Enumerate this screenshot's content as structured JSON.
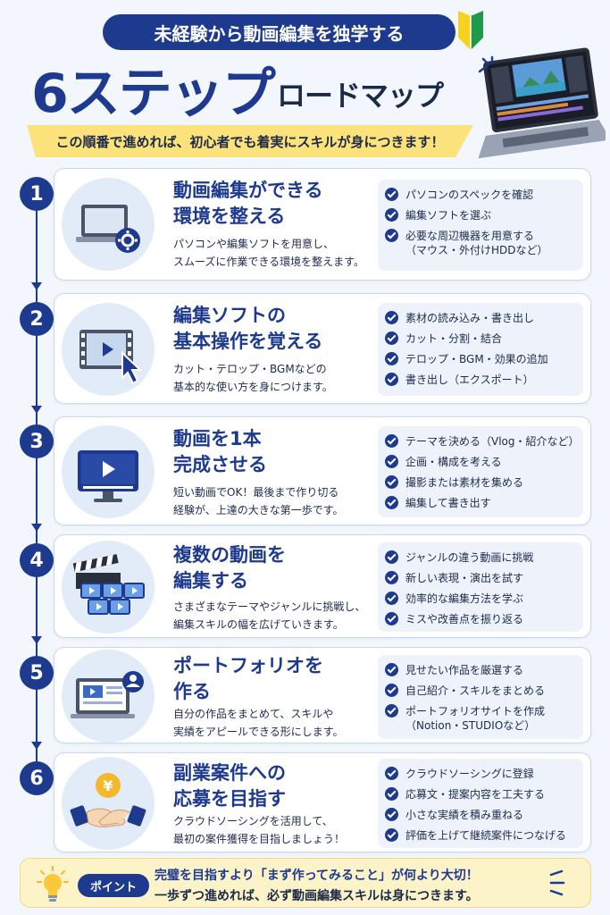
{
  "header": {
    "banner": "未経験から動画編集を独学する",
    "title_main": "6ステップ",
    "title_sub": "ロードマップ",
    "subtitle": "この順番で進めれば、初心者でも着実にスキルが身につきます！",
    "hero_icon": "laptop-video-editor-icon",
    "badge_icon": "beginner-mark-icon"
  },
  "steps": [
    {
      "number": "1",
      "icon": "laptop-gear-icon",
      "title": "動画編集ができる\n環境を整える",
      "desc": "パソコンや編集ソフトを用意し、\nスムーズに作業できる環境を整えます。",
      "checks": [
        "パソコンのスペックを確認",
        "編集ソフトを選ぶ",
        "必要な周辺機器を用意する\n（マウス・外付けHDDなど）"
      ]
    },
    {
      "number": "2",
      "icon": "film-cursor-icon",
      "title": "編集ソフトの\n基本操作を覚える",
      "desc": "カット・テロップ・BGMなどの\n基本的な使い方を身につけます。",
      "checks": [
        "素材の読み込み・書き出し",
        "カット・分割・結合",
        "テロップ・BGM・効果の追加",
        "書き出し（エクスポート）"
      ]
    },
    {
      "number": "3",
      "icon": "monitor-play-icon",
      "title": "動画を1本\n完成させる",
      "desc": "短い動画でOK！最後まで作り切る\n経験が、上達の大きな第一歩です。",
      "checks": [
        "テーマを決める（Vlog・紹介など）",
        "企画・構成を考える",
        "撮影または素材を集める",
        "編集して書き出す"
      ]
    },
    {
      "number": "4",
      "icon": "clapperboard-icon",
      "title": "複数の動画を\n編集する",
      "desc": "さまざまなテーマやジャンルに挑戦し、\n編集スキルの幅を広げていきます。",
      "checks": [
        "ジャンルの違う動画に挑戦",
        "新しい表現・演出を試す",
        "効率的な編集方法を学ぶ",
        "ミスや改善点を振り返る"
      ]
    },
    {
      "number": "5",
      "icon": "portfolio-laptop-icon",
      "title": "ポートフォリオを\n作る",
      "desc": "自分の作品をまとめて、スキルや\n実績をアピールできる形にします。",
      "checks": [
        "見せたい作品を厳選する",
        "自己紹介・スキルをまとめる",
        "ポートフォリオサイトを作成\n（Notion・STUDIOなど）"
      ]
    },
    {
      "number": "6",
      "icon": "handshake-yen-icon",
      "title": "副業案件への\n応募を目指す",
      "desc": "クラウドソーシングを活用して、\n最初の案件獲得を目指しましょう！",
      "checks": [
        "クラウドソーシングに登録",
        "応募文・提案内容を工夫する",
        "小さな実績を積み重ねる",
        "評価を上げて継続案件につなげる"
      ]
    }
  ],
  "tip": {
    "icon": "lightbulb-icon",
    "label": "ポイント",
    "line1": "完璧を目指すより「まず作ってみること」が何より大切！",
    "line2": "一歩ずつ進めれば、必ず動画編集スキルは身につきます。"
  },
  "colors": {
    "navy": "#1d3a8f",
    "yellow": "#fce27a",
    "card_border": "#c9d8f1",
    "check_bg": "#eef3fb",
    "tip_bg": "#fdf3c8"
  }
}
